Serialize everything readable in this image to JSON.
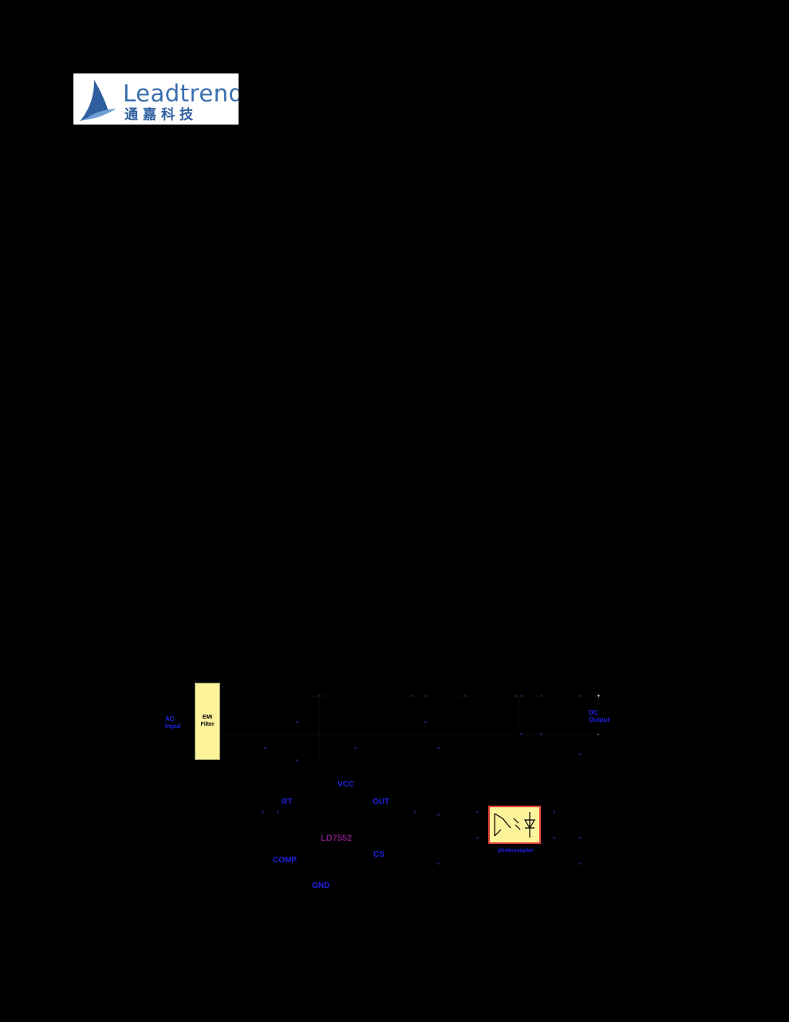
{
  "logo": {
    "brand_en": "Leadtrend",
    "brand_cn": "通嘉科技",
    "brand_color": "#3a6fb0"
  },
  "schematic": {
    "emi_filter_label": "EMI\nFilter",
    "ac_input_label": "AC\nInput",
    "dc_output_label": "DC\nOutput",
    "ic_label": "LD7552",
    "pins": {
      "vcc": "VCC",
      "rt": "RT",
      "out": "OUT",
      "comp": "COMP",
      "cs": "CS",
      "gnd": "GND"
    },
    "optocoupler_label": "photocoupler",
    "output_plus": "+",
    "output_minus": "-",
    "colors": {
      "pin_label": "#1f22e0",
      "ic_label": "#7a1a7a",
      "block_fill": "#fdf39b",
      "opto_border": "#e0413a"
    }
  }
}
